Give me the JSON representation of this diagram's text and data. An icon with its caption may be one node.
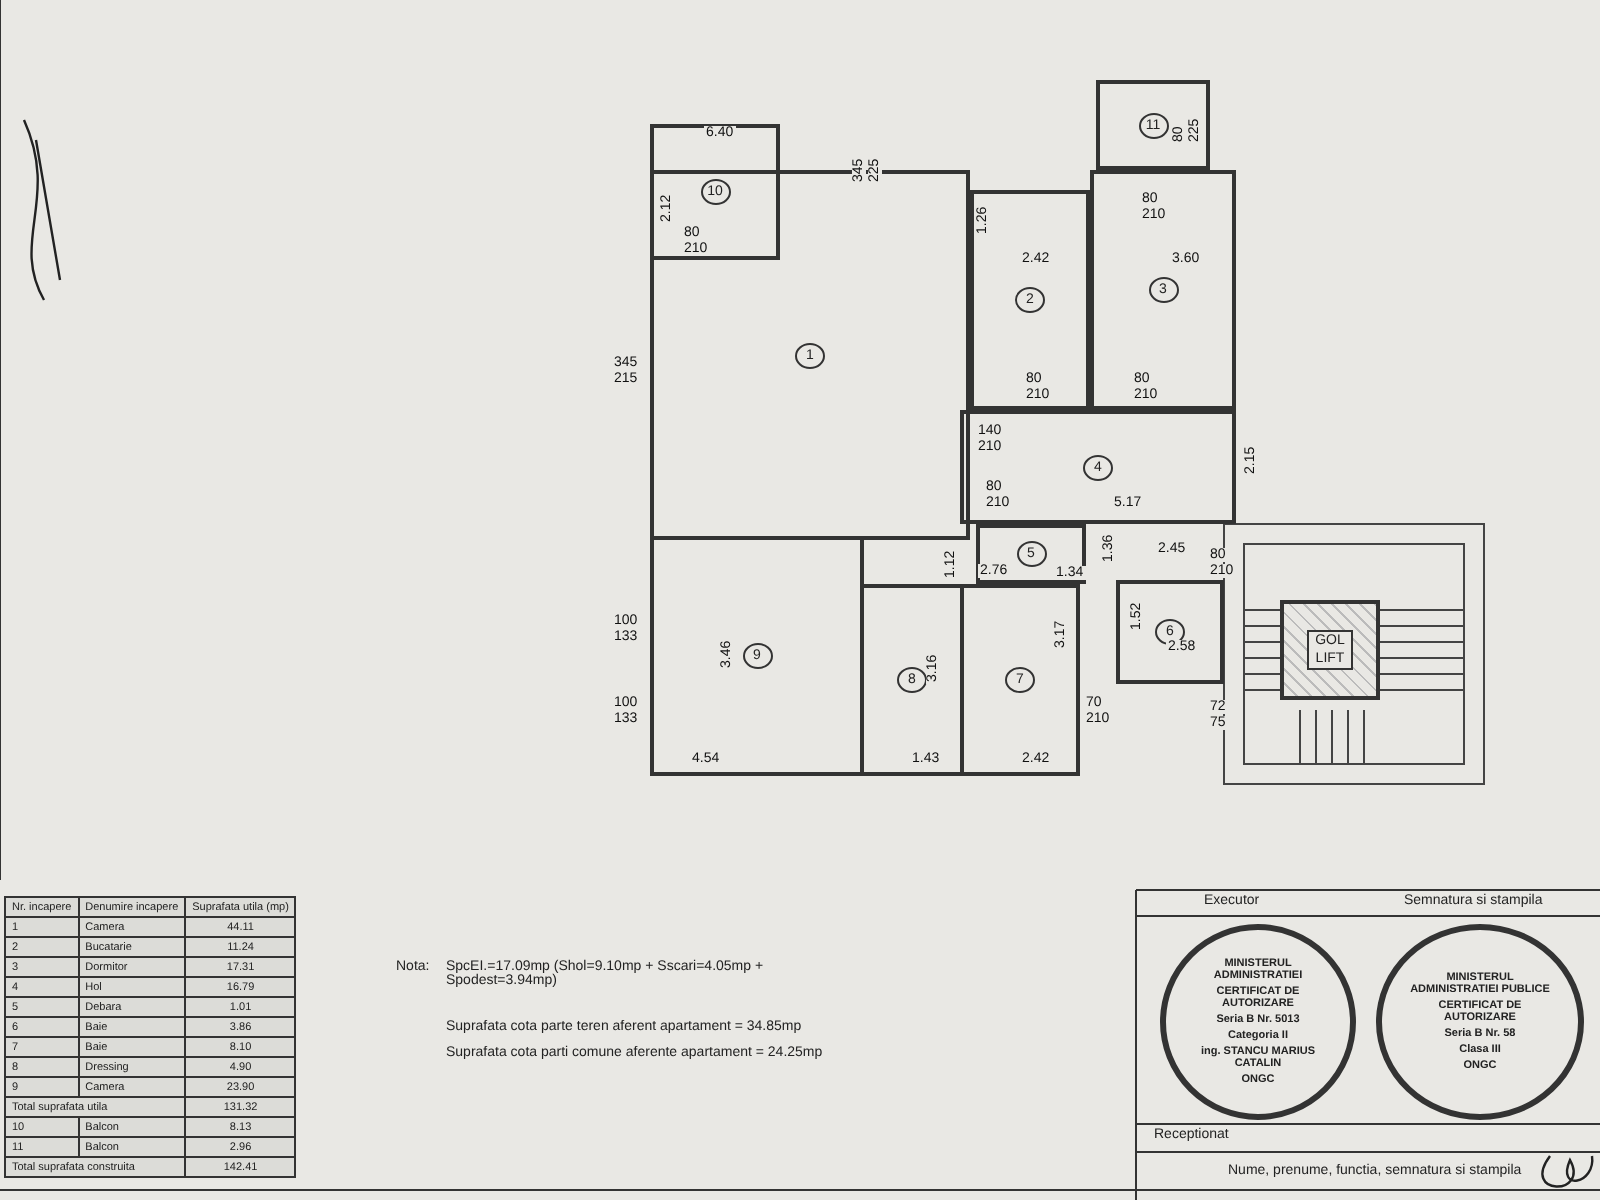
{
  "diagram": {
    "nodes": [
      {
        "text": [
          "10"
        ]
      },
      {
        "text": [
          "1"
        ]
      },
      {
        "text": [
          "2"
        ]
      },
      {
        "text": [
          "3"
        ]
      },
      {
        "text": [
          "11"
        ]
      },
      {
        "text": [
          "4"
        ]
      },
      {
        "text": [
          "5"
        ]
      },
      {
        "text": [
          "6"
        ]
      },
      {
        "text": [
          "9"
        ]
      },
      {
        "text": [
          "8"
        ]
      },
      {
        "text": [
          "7"
        ]
      },
      {
        "text": [
          "GOL LIFT"
        ]
      },
      {
        "text": [
          "MINISTERUL ADMINISTRATIEI",
          "CERTIFICAT DE AUTORIZARE",
          "Seria B Nr. 5013",
          "Categoria II",
          "ing. STANCU MARIUS CATALIN",
          "ONGC"
        ]
      },
      {
        "text": [
          "MINISTERUL ADMINISTRATIEI PUBLICE",
          "CERTIFICAT DE AUTORIZARE",
          "Seria B Nr. 58",
          "Clasa III",
          "ONGC"
        ]
      }
    ],
    "labels": [
      "6.40",
      "2.12",
      "345",
      "215",
      "345",
      "225",
      "80",
      "210",
      "1.26",
      "2.42",
      "80",
      "225",
      "80",
      "210",
      "3.60",
      "80",
      "210",
      "80",
      "210",
      "140",
      "210",
      "5.17",
      "2.15",
      "80",
      "210",
      "1.12",
      "2.76",
      "1.34",
      "1.36",
      "2.45",
      "80",
      "210",
      "1.52",
      "2.58",
      "3.46",
      "3.16",
      "3.17",
      "4.54",
      "1.43",
      "2.42",
      "100",
      "133",
      "100",
      "133",
      "70",
      "210",
      "72",
      "75",
      "Nr. incapere",
      "Denumire incapere",
      "Suprafata utila (mp)",
      "1",
      "Camera",
      "44.11",
      "2",
      "Bucatarie",
      "11.24",
      "3",
      "Dormitor",
      "17.31",
      "4",
      "Hol",
      "16.79",
      "5",
      "Debara",
      "1.01",
      "6",
      "Baie",
      "3.86",
      "7",
      "Baie",
      "8.10",
      "8",
      "Dressing",
      "4.90",
      "9",
      "Camera",
      "23.90",
      "Total suprafata utila",
      "131.32",
      "10",
      "Balcon",
      "8.13",
      "11",
      "Balcon",
      "2.96",
      "Total suprafata construita",
      "142.41",
      "Nota:",
      "SpcEI.=17.09mp (Shol=9.10mp + Sscari=4.05mp + Spodest=3.94mp)",
      "Suprafata cota parte teren aferent apartament = 34.85mp",
      "Suprafata cota parti comune aferente apartament = 24.25mp",
      "Executor",
      "Semnatura si stampila",
      "Receptionat",
      "Nume, prenume, functia, semnatura si stampila"
    ]
  }
}
